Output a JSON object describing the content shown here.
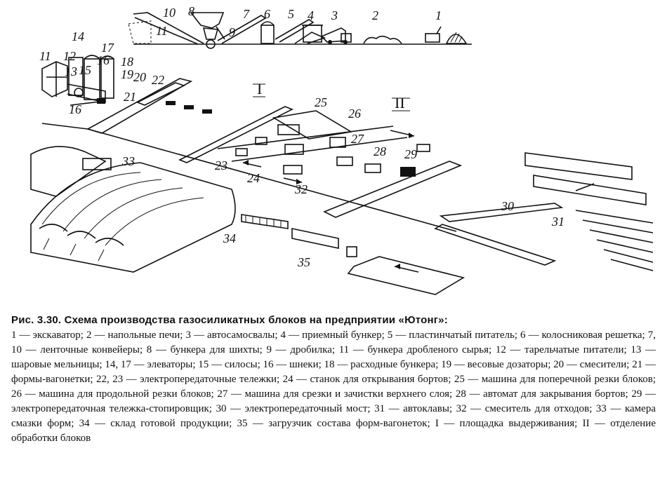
{
  "diagram": {
    "labels": [
      "1",
      "2",
      "3",
      "4",
      "5",
      "6",
      "7",
      "8",
      "9",
      "10",
      "11",
      "11",
      "12",
      "13",
      "14",
      "15",
      "16",
      "16",
      "17",
      "18",
      "19",
      "20",
      "21",
      "22",
      "23",
      "24",
      "25",
      "26",
      "27",
      "28",
      "29",
      "30",
      "31",
      "32",
      "33",
      "34",
      "35"
    ],
    "roman_labels": [
      "I",
      "II"
    ]
  },
  "caption": {
    "title": "Рис. 3.30. Схема производства газосиликатных блоков на предприятии «Ютонг»:",
    "legend": "1 — экскаватор; 2 — напольные печи; 3 — автосамосвалы; 4 — приемный бункер; 5 — пластинчатый питатель; 6 — колосниковая решетка; 7, 10 — ленточные конвейеры; 8 — бункера для шихты; 9 — дробилка; 11 — бункера дробленого сырья; 12 — тарельчатые питатели; 13 — шаровые мельницы; 14, 17 — элеваторы; 15 — силосы; 16 — шнеки; 18 — расходные бункера; 19 — весовые дозаторы; 20 — смесители; 21 — формы-вагонетки; 22, 23 — электропередаточные тележки; 24 — станок для открывания бортов; 25 — машина для поперечной резки блоков; 26 — машина для продольной резки блоков; 27 — машина для срезки и зачистки верхнего слоя; 28 — автомат для закрывания бортов; 29 — электропередаточная тележка-стопировщик; 30 — электропередаточный мост; 31 — автоклавы; 32 — смеситель для отходов; 33 — камера смазки форм; 34 — склад готовой продукции; 35 — загрузчик состава форм-вагонеток; I — площадка выдерживания; II — отделение обработки блоков"
  }
}
